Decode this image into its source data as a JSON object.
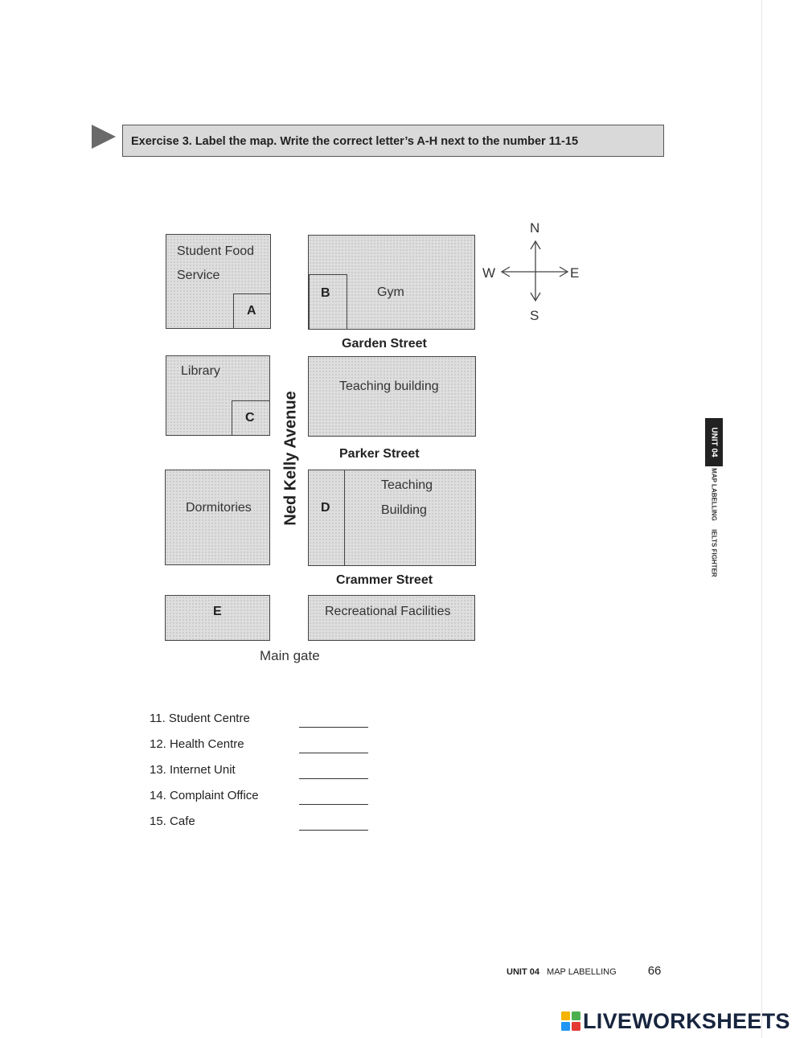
{
  "exercise": {
    "header": "Exercise 3. Label the map. Write the correct letter’s A-H next to the number 11-15"
  },
  "map": {
    "compass": {
      "n": "N",
      "s": "S",
      "w": "W",
      "e": "E"
    },
    "streets": {
      "garden": "Garden Street",
      "parker": "Parker Street",
      "crammer": "Crammer Street",
      "avenue": "Ned Kelly Avenue"
    },
    "blocks": {
      "food_line1": "Student Food",
      "food_line2": "Service",
      "letter_a": "A",
      "letter_b": "B",
      "gym": "Gym",
      "library": "Library",
      "letter_c": "C",
      "teaching1": "Teaching building",
      "dormitories": "Dormitories",
      "letter_d": "D",
      "teaching2_line1": "Teaching",
      "teaching2_line2": "Building",
      "letter_e": "E",
      "recreational": "Recreational Facilities"
    },
    "main_gate": "Main gate"
  },
  "questions": [
    {
      "label": "11. Student Centre"
    },
    {
      "label": "12. Health Centre"
    },
    {
      "label": "13. Internet Unit"
    },
    {
      "label": "14. Complaint Office"
    },
    {
      "label": "15. Cafe"
    }
  ],
  "side_tab": {
    "unit": "UNIT 04",
    "section": "MAP LABELLING",
    "brand": "IELTS FIGHTER"
  },
  "footer": {
    "unit": "UNIT 04",
    "section": "MAP LABELLING",
    "page": "66"
  },
  "branding": {
    "name": "LIVEWORKSHEETS",
    "logo_colors": [
      "#f4b400",
      "#4caf50",
      "#2196f3",
      "#e53935"
    ]
  }
}
